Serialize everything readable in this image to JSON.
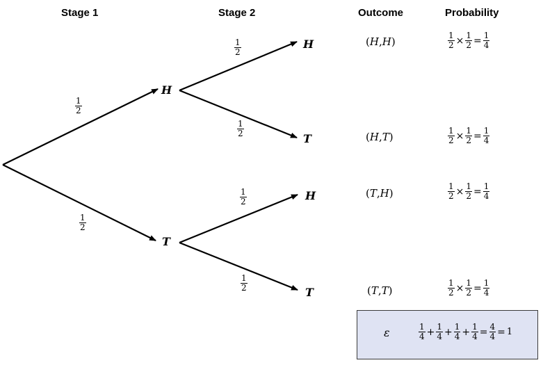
{
  "headers": {
    "stage1": "Stage 1",
    "stage2": "Stage 2",
    "outcome": "Outcome",
    "probability": "Probability"
  },
  "nodes": {
    "h1": "H",
    "t1": "T",
    "hh": "H",
    "ht": "T",
    "th": "H",
    "tt": "T"
  },
  "branch_labels": {
    "stage1_top": {
      "num": "1",
      "den": "2"
    },
    "stage1_bottom": {
      "num": "1",
      "den": "2"
    },
    "h_to_h": {
      "num": "1",
      "den": "2"
    },
    "h_to_t": {
      "num": "1",
      "den": "2"
    },
    "t_to_h": {
      "num": "1",
      "den": "2"
    },
    "t_to_t": {
      "num": "1",
      "den": "2"
    }
  },
  "outcomes": [
    {
      "a": "H",
      "b": "H"
    },
    {
      "a": "H",
      "b": "T"
    },
    {
      "a": "T",
      "b": "H"
    },
    {
      "a": "T",
      "b": "T"
    }
  ],
  "probabilities": [
    {
      "f1n": "1",
      "f1d": "2",
      "f2n": "1",
      "f2d": "2",
      "rn": "1",
      "rd": "4"
    },
    {
      "f1n": "1",
      "f1d": "2",
      "f2n": "1",
      "f2d": "2",
      "rn": "1",
      "rd": "4"
    },
    {
      "f1n": "1",
      "f1d": "2",
      "f2n": "1",
      "f2d": "2",
      "rn": "1",
      "rd": "4"
    },
    {
      "f1n": "1",
      "f1d": "2",
      "f2n": "1",
      "f2d": "2",
      "rn": "1",
      "rd": "4"
    }
  ],
  "operators": {
    "times": "×",
    "equals": "=",
    "plus": "+"
  },
  "summary": {
    "symbol": "ε",
    "terms": [
      {
        "n": "1",
        "d": "4"
      },
      {
        "n": "1",
        "d": "4"
      },
      {
        "n": "1",
        "d": "4"
      },
      {
        "n": "1",
        "d": "4"
      }
    ],
    "total": {
      "n": "4",
      "d": "4"
    },
    "result": "1"
  }
}
